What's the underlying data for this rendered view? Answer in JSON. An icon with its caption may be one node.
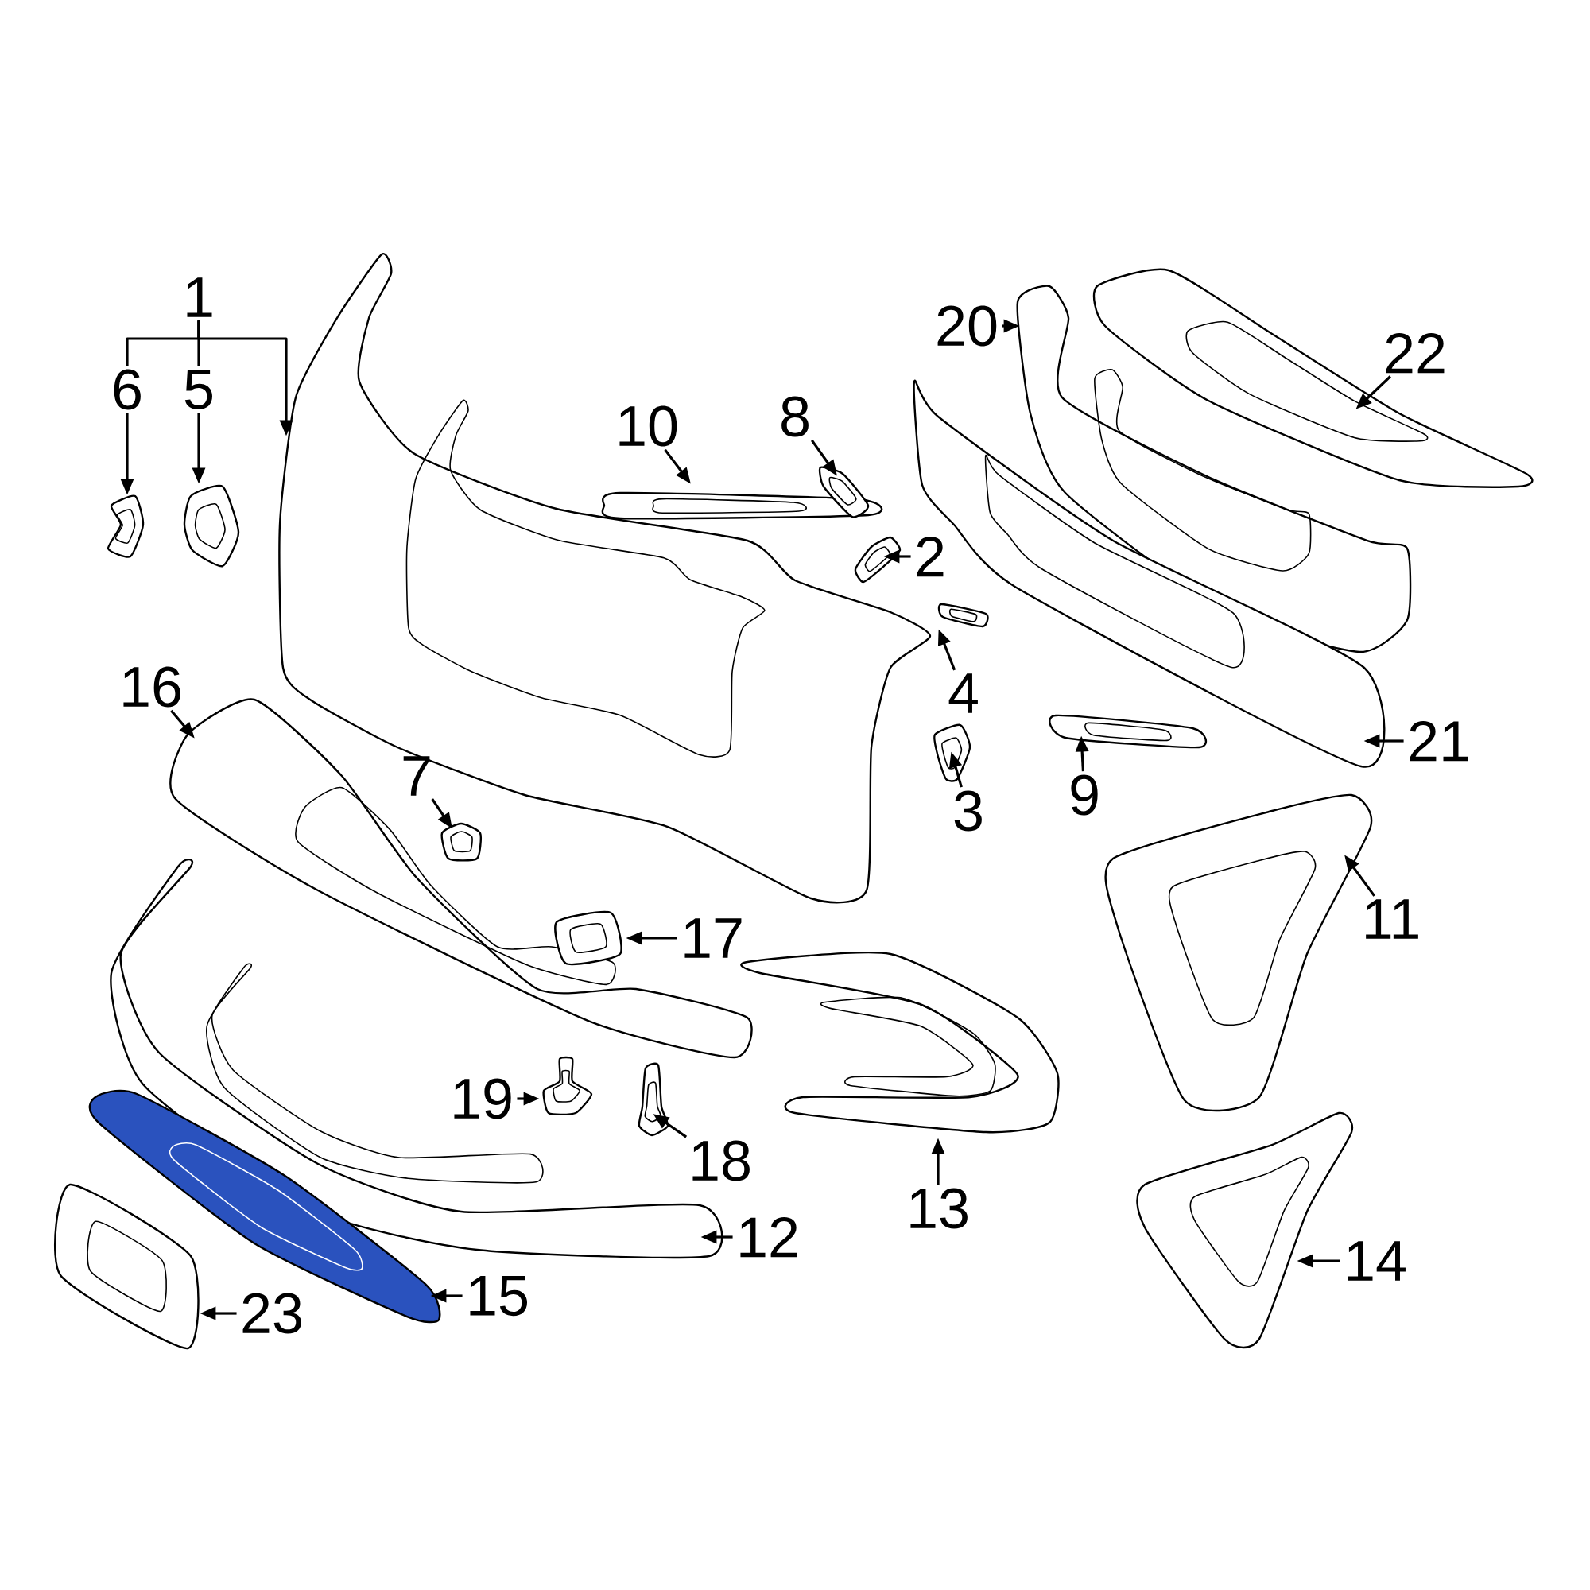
{
  "diagram": {
    "nodes": [
      {
        "text": [
          "1"
        ]
      },
      {
        "text": [
          "20"
        ]
      },
      {
        "text": [
          "22"
        ]
      },
      {
        "text": [
          "6"
        ]
      },
      {
        "text": [
          "5"
        ]
      },
      {
        "text": [
          "10"
        ]
      },
      {
        "text": [
          "8"
        ]
      },
      {
        "text": [
          "2"
        ]
      },
      {
        "text": [
          "16"
        ]
      },
      {
        "text": [
          "4"
        ]
      },
      {
        "text": [
          "21"
        ]
      },
      {
        "text": [
          "7"
        ]
      },
      {
        "text": [
          "3"
        ]
      },
      {
        "text": [
          "9"
        ]
      },
      {
        "text": [
          "17"
        ]
      },
      {
        "text": [
          "11"
        ]
      },
      {
        "text": [
          "19"
        ]
      },
      {
        "text": [
          "18"
        ]
      },
      {
        "text": [
          "13"
        ]
      },
      {
        "text": [
          "12"
        ]
      },
      {
        "text": [
          "14"
        ]
      },
      {
        "text": [
          "15"
        ]
      },
      {
        "text": [
          "23"
        ]
      },
      {
        "text": [],
        "shape": "picture"
      },
      {
        "text": [],
        "shape": "picture"
      },
      {
        "text": [],
        "shape": "picture"
      },
      {
        "text": [],
        "shape": "picture"
      },
      {
        "text": [],
        "shape": "picture"
      },
      {
        "text": [],
        "shape": "picture"
      },
      {
        "text": [],
        "shape": "picture"
      },
      {
        "text": [],
        "shape": "picture"
      },
      {
        "text": [],
        "shape": "picture"
      },
      {
        "text": [],
        "shape": "picture"
      },
      {
        "text": [],
        "shape": "picture"
      },
      {
        "text": [],
        "shape": "picture"
      },
      {
        "text": [],
        "shape": "picture"
      },
      {
        "text": [],
        "shape": "picture"
      },
      {
        "text": [],
        "shape": "picture"
      },
      {
        "text": [],
        "shape": "picture"
      },
      {
        "text": [],
        "shape": "picture"
      },
      {
        "text": [],
        "shape": "picture"
      },
      {
        "text": [],
        "shape": "picture"
      },
      {
        "text": [],
        "shape": "picture"
      },
      {
        "text": [],
        "shape": "picture"
      },
      {
        "text": [],
        "shape": "picture"
      },
      {
        "text": [],
        "shape": "picture"
      }
    ],
    "edges": [
      {
        "from": 0,
        "to": 23,
        "arrow": "to"
      },
      {
        "from": 0,
        "to": 3,
        "arrow": "none"
      },
      {
        "from": 0,
        "to": 4,
        "arrow": "none"
      },
      {
        "from": 1,
        "to": 24,
        "arrow": "to"
      },
      {
        "from": 2,
        "to": 25,
        "arrow": "to"
      },
      {
        "from": 3,
        "to": 26,
        "arrow": "to"
      },
      {
        "from": 4,
        "to": 27,
        "arrow": "to"
      },
      {
        "from": 5,
        "to": 28,
        "arrow": "to"
      },
      {
        "from": 6,
        "to": 29,
        "arrow": "to"
      },
      {
        "from": 7,
        "to": 30,
        "arrow": "to"
      },
      {
        "from": 8,
        "to": 31,
        "arrow": "to"
      },
      {
        "from": 9,
        "to": 32,
        "arrow": "to"
      },
      {
        "from": 10,
        "to": 33,
        "arrow": "to"
      },
      {
        "from": 11,
        "to": 34,
        "arrow": "to"
      },
      {
        "from": 12,
        "to": 35,
        "arrow": "to"
      },
      {
        "from": 13,
        "to": 36,
        "arrow": "to"
      },
      {
        "from": 14,
        "to": 37,
        "arrow": "to"
      },
      {
        "from": 15,
        "to": 38,
        "arrow": "to"
      },
      {
        "from": 16,
        "to": 39,
        "arrow": "to"
      },
      {
        "from": 17,
        "to": 40,
        "arrow": "to"
      },
      {
        "from": 18,
        "to": 41,
        "arrow": "to"
      },
      {
        "from": 19,
        "to": 42,
        "arrow": "to"
      },
      {
        "from": 20,
        "to": 43,
        "arrow": "to"
      },
      {
        "from": 21,
        "to": 44,
        "arrow": "to"
      },
      {
        "from": 22,
        "to": 45,
        "arrow": "to"
      }
    ]
  }
}
